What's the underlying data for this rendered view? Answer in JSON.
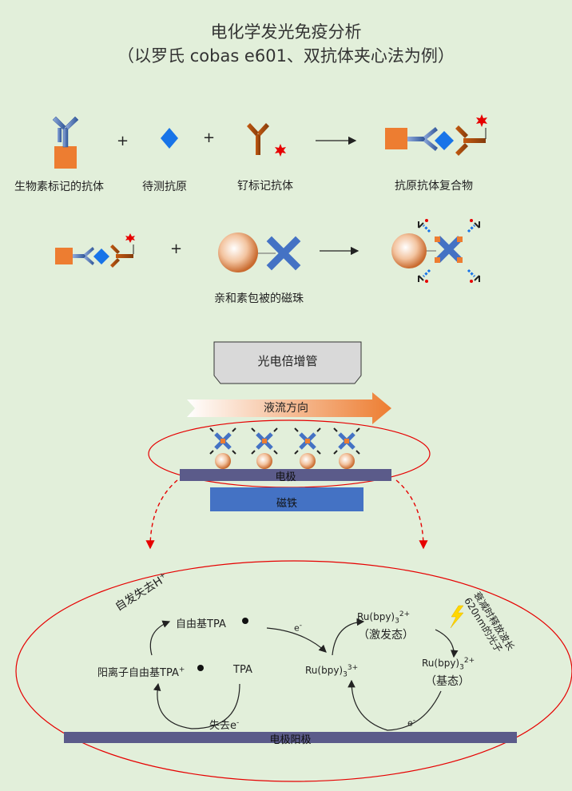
{
  "title": {
    "line1": "电化学发光免疫分析",
    "line2": "（以罗氏 cobas e601、双抗体夹心法为例）"
  },
  "row1": {
    "biotin_antibody": "生物素标记的抗体",
    "antigen": "待测抗原",
    "ru_antibody": "钌标记抗体",
    "complex": "抗原抗体复合物",
    "plus1": "+",
    "plus2": "+"
  },
  "row2": {
    "plus": "+",
    "beads": "亲和素包被的磁珠"
  },
  "detector": {
    "pmt": "光电倍增管",
    "flow": "液流方向",
    "electrode": "电极",
    "magnet": "磁铁"
  },
  "reaction": {
    "radical_loss": "自发失去H",
    "radical_loss_sup": "+",
    "radical_tpa": "自由基TPA",
    "cation_radical": "阳离子自由基TPA",
    "cation_sup": "+",
    "tpa": "TPA",
    "lose_e": "失去e",
    "lose_e_sup": "-",
    "e_minus_top": "e",
    "e_minus_bottom": "e",
    "ru3": "Ru(bpy)",
    "ru3_sub": "3",
    "ru3_sup": "3+",
    "ru_excited": "Ru(bpy)",
    "ru_excited_sub": "3",
    "ru_excited_sup": "2+",
    "excited_state": "（激发态）",
    "ru_ground": "Ru(bpy)",
    "ru_ground_sub": "3",
    "ru_ground_sup": "2+",
    "ground_state": "（基态）",
    "photon_line1": "衰减时释放波长",
    "photon_line2": "620nm的光子",
    "anode": "电极阳极"
  },
  "colors": {
    "background": "#e2efda",
    "orange": "#ed7d31",
    "blue": "#4472c4",
    "diamond": "#1874e8",
    "red": "#e60000",
    "electrode": "#5b5b8a",
    "magnet": "#4472c4"
  }
}
